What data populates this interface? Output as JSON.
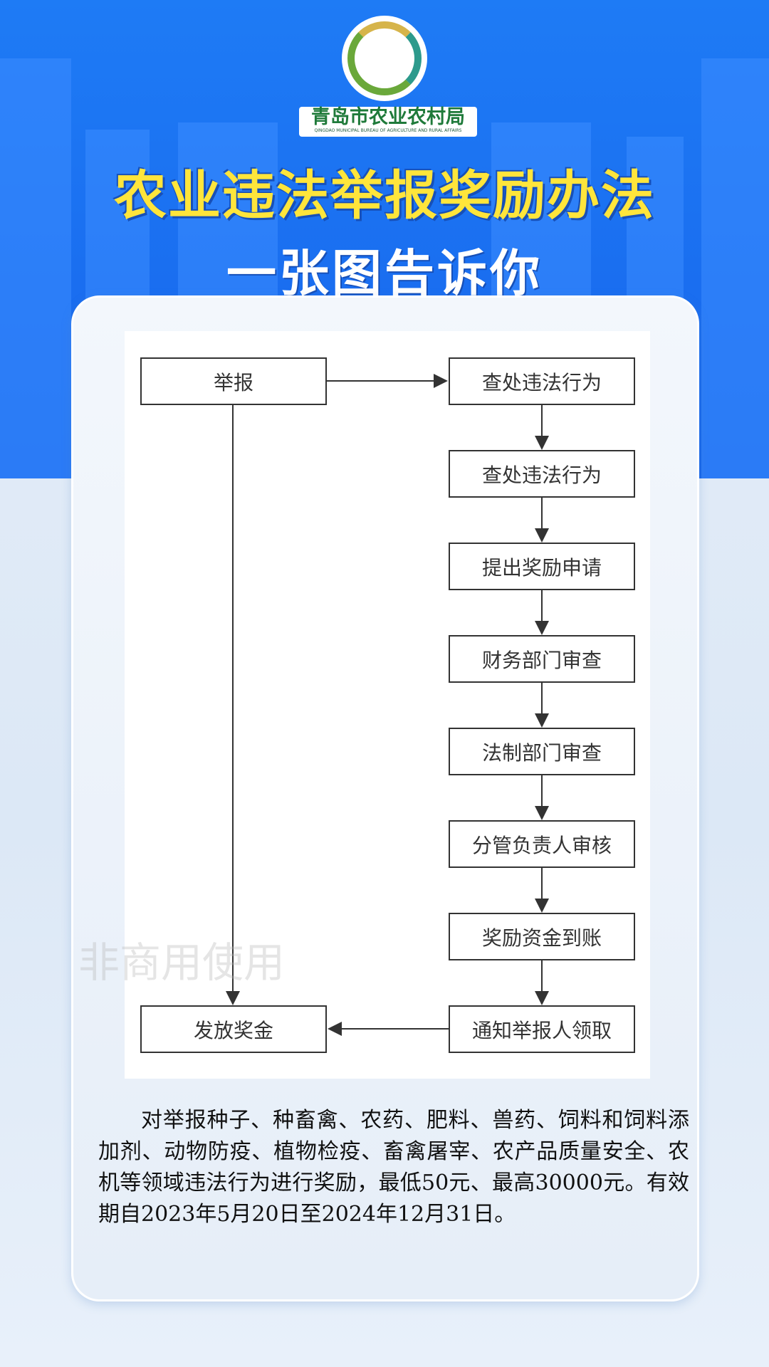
{
  "header": {
    "org_name": "青岛市农业农村局",
    "org_name_en": "QINGDAO MUNICIPAL BUREAU OF AGRICULTURE AND RURAL AFFAIRS",
    "title": "农业违法举报奖励办法",
    "subtitle": "一张图告诉你"
  },
  "flow": {
    "left": [
      "举报",
      "发放奖金"
    ],
    "right": [
      "查处违法行为",
      "查处违法行为",
      "提出奖励申请",
      "财务部门审查",
      "法制部门审查",
      "分管负责人审核",
      "奖励资金到账",
      "通知举报人领取"
    ]
  },
  "watermark": "非商用使用",
  "paragraph": "对举报种子、种畜禽、农药、肥料、兽药、饲料和饲料添加剂、动物防疫、植物检疫、畜禽屠宰、农产品质量安全、农机等领域违法行为进行奖励，最低50元、最高30000元。有效期自2023年5月20日至2024年12月31日。"
}
